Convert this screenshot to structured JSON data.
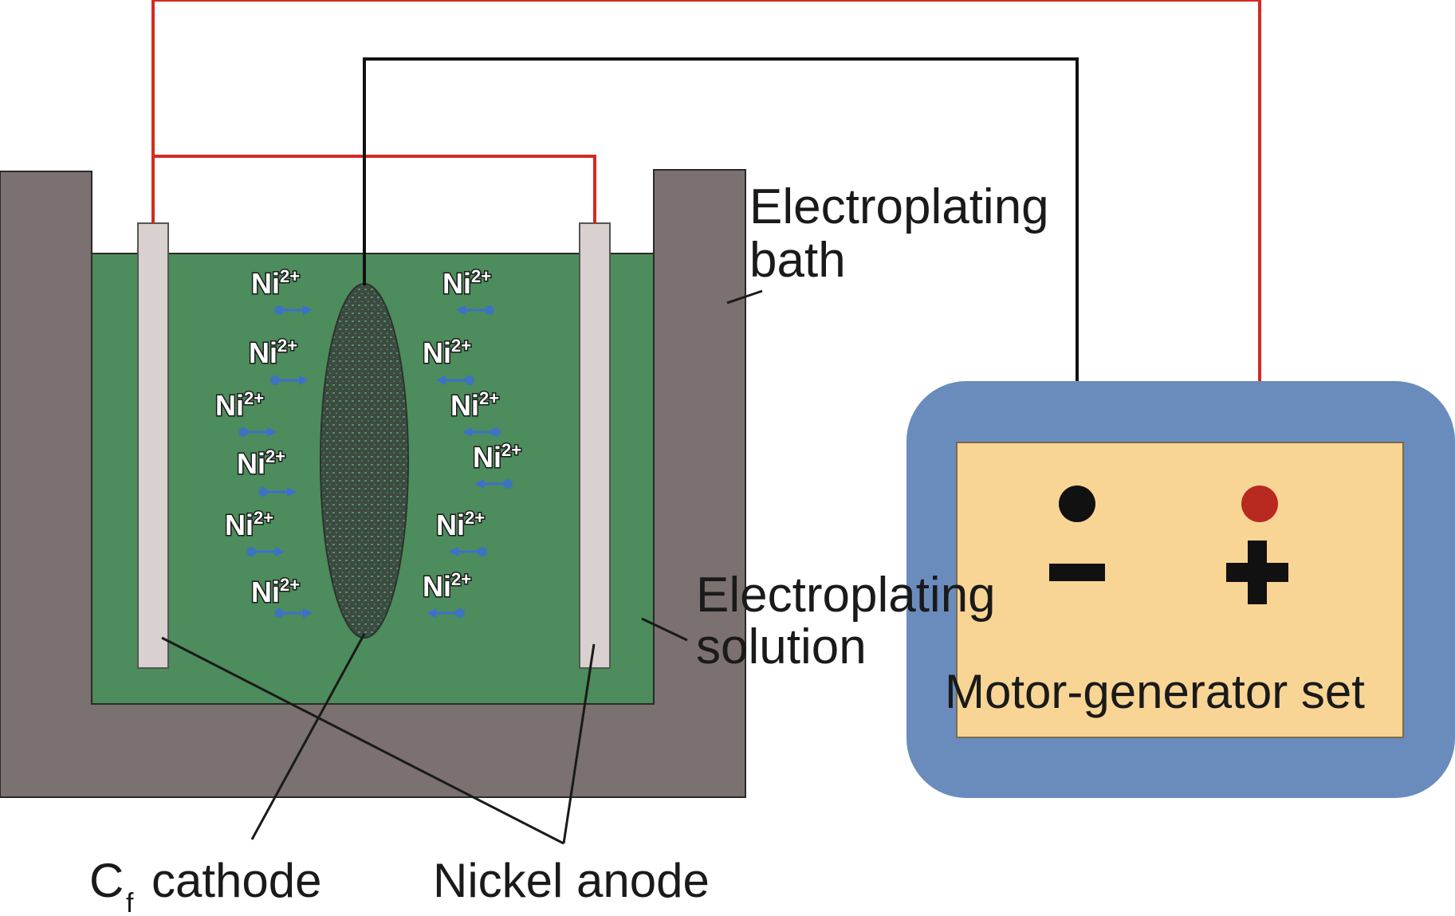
{
  "labels": {
    "bath_line1": "Electroplating",
    "bath_line2": "bath",
    "solution_line1": "Electroplating",
    "solution_line2": "solution",
    "motor": "Motor-generator set",
    "cathode_main": "C",
    "cathode_sub": "f",
    "cathode_rest": "cathode",
    "anode": "Nickel anode"
  },
  "ion": {
    "base": "Ni",
    "charge": "2+"
  },
  "ions_left_count": 6,
  "ions_right_count": 6,
  "colors": {
    "bath": "#7a7170",
    "solution": "#4d8c5c",
    "electrode": "#d9d0d0",
    "cathode": "#3d4a42",
    "cathode_texture": "#5fd07a",
    "positive_wire": "#d42a20",
    "negative_wire": "#111111",
    "arrow": "#3b6fd0",
    "motor_outer": "#6a8cbd",
    "motor_inner": "#f8d594"
  }
}
